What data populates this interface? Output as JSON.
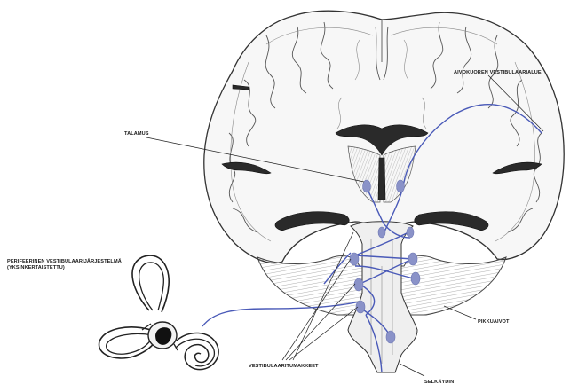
{
  "labels": {
    "cortex": "AIVOKUOREN VESTIBULAARIALUE",
    "thalamus": "TALAMUS",
    "peripheral_line1": "PERIFEERINEN VESTIBULAARIJÄRJESTELMÄ",
    "peripheral_line2": "(YKSINKERTAISTETTU)",
    "cerebellum": "PIKKUAIVOT",
    "nuclei": "VESTIBULAARITUMAKKEET",
    "spinal_cord": "SELKÄYDIN"
  },
  "colors": {
    "pathway": "#4a5ab8",
    "nucleus": "#8a92c8"
  }
}
